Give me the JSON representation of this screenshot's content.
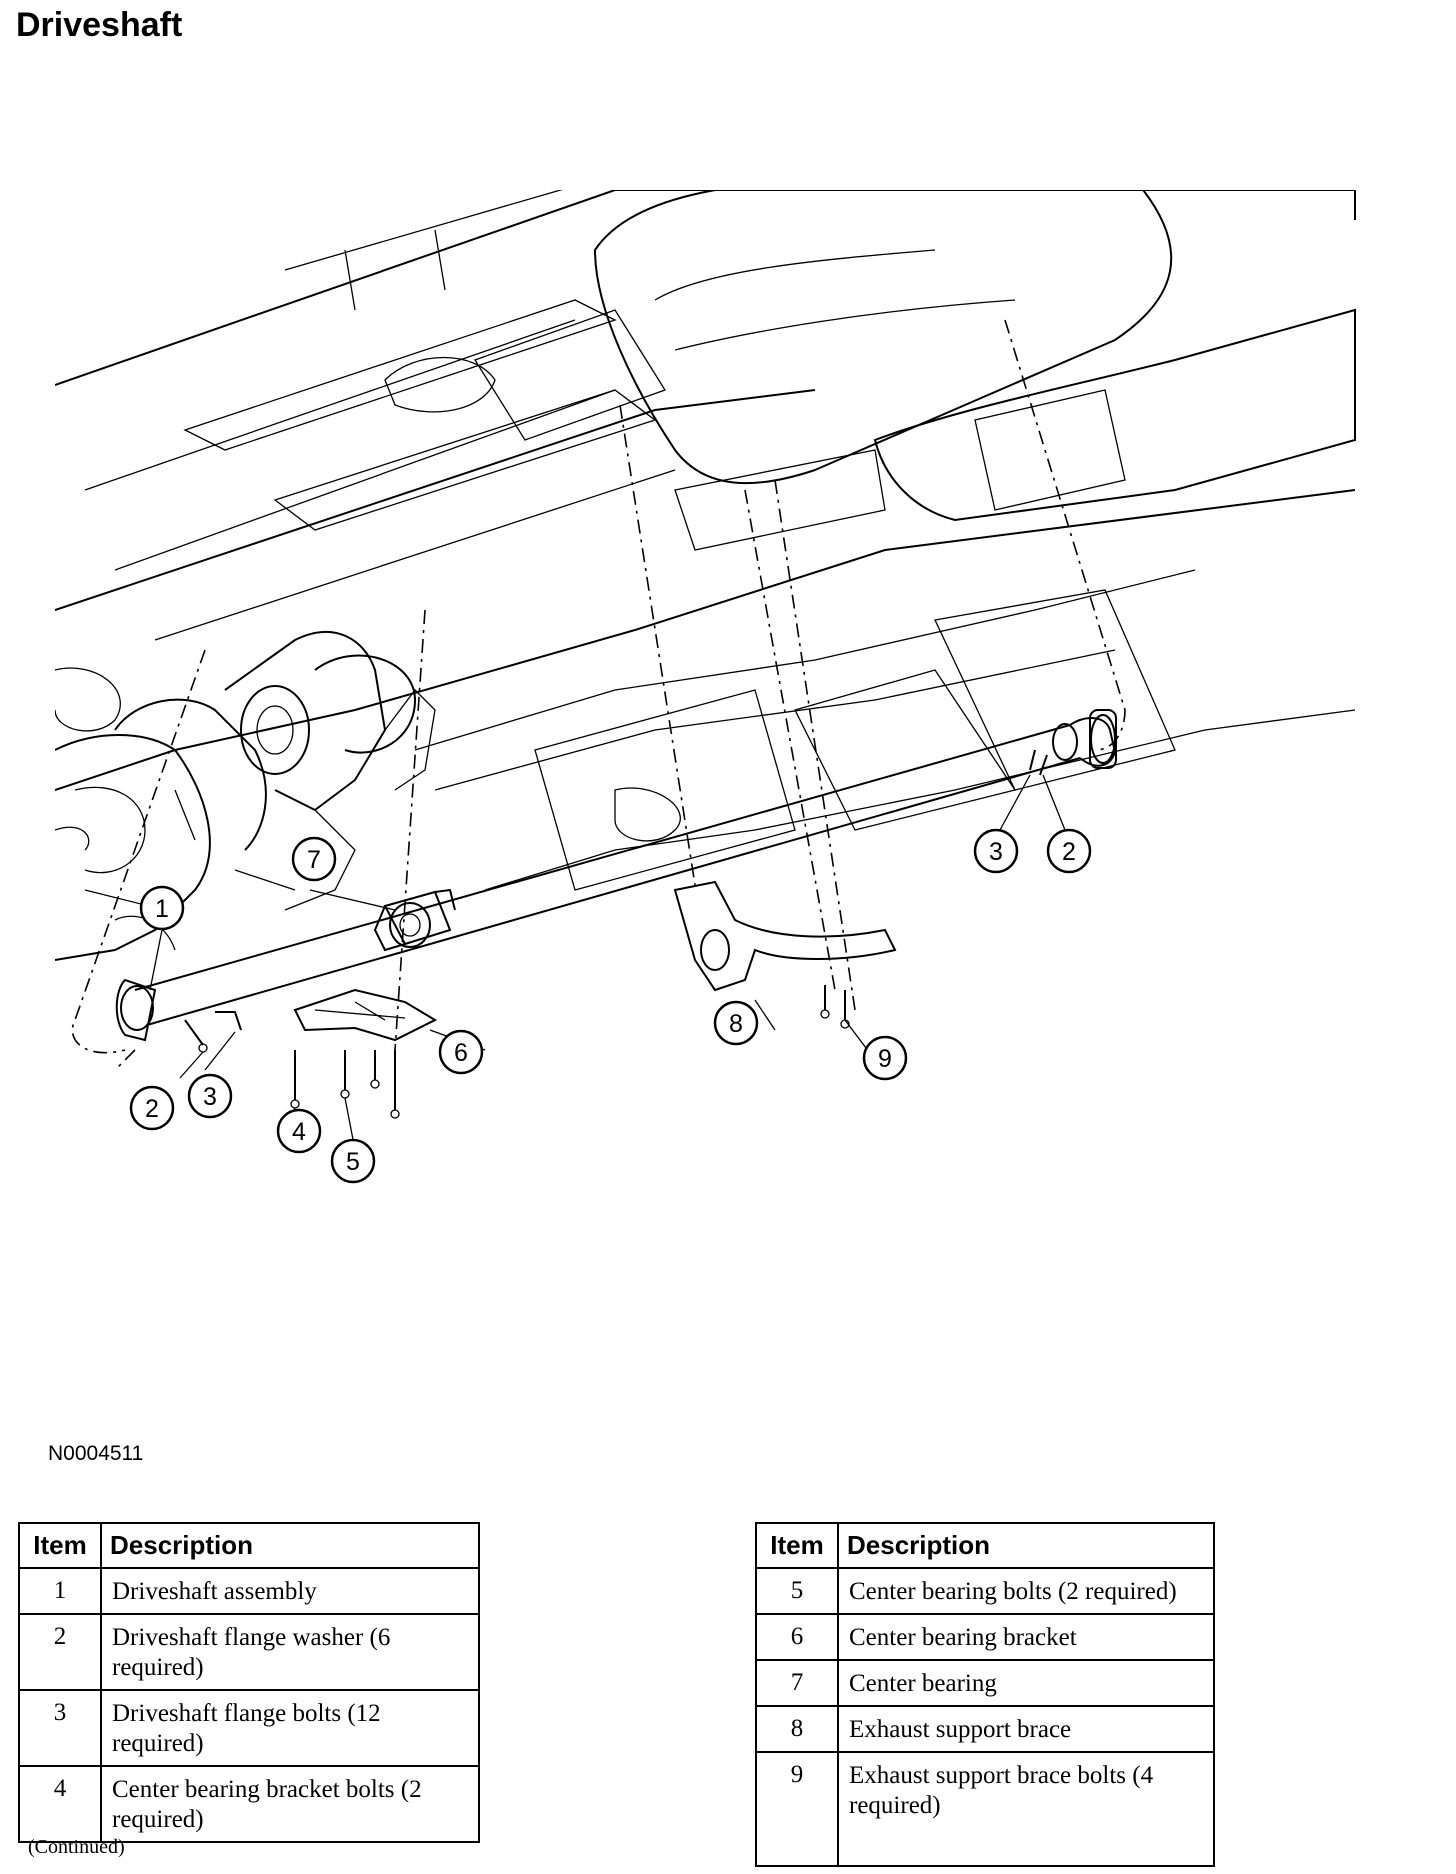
{
  "title": "Driveshaft",
  "figure_id": "N0004511",
  "callouts": [
    "1",
    "2",
    "3",
    "2",
    "3",
    "4",
    "5",
    "6",
    "7",
    "8",
    "9"
  ],
  "legend_left": {
    "headers": {
      "item": "Item",
      "description": "Description"
    },
    "rows": [
      {
        "item": "1",
        "description": "Driveshaft assembly"
      },
      {
        "item": "2",
        "description": "Driveshaft flange washer (6 required)"
      },
      {
        "item": "3",
        "description": "Driveshaft flange bolts (12 required)"
      },
      {
        "item": "4",
        "description": "Center bearing bracket bolts (2 required)"
      }
    ]
  },
  "legend_right": {
    "headers": {
      "item": "Item",
      "description": "Description"
    },
    "rows": [
      {
        "item": "5",
        "description": "Center bearing bolts (2 required)"
      },
      {
        "item": "6",
        "description": "Center bearing bracket"
      },
      {
        "item": "7",
        "description": "Center bearing"
      },
      {
        "item": "8",
        "description": "Exhaust support brace"
      },
      {
        "item": "9",
        "description": "Exhaust support brace bolts (4 required)"
      }
    ]
  },
  "continued": "(Continued)"
}
